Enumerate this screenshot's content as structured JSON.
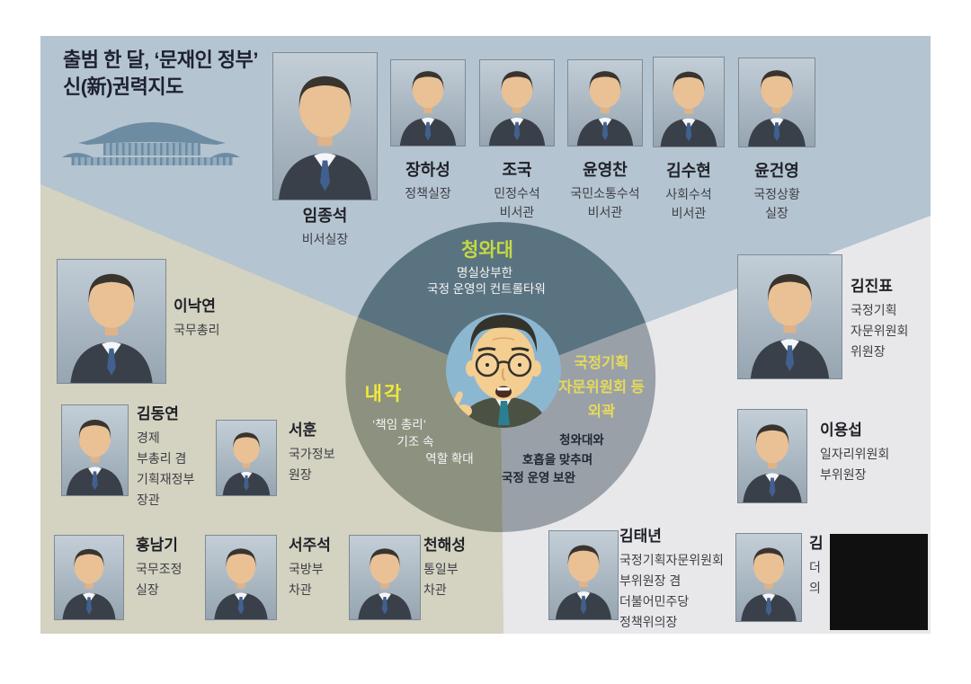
{
  "title": {
    "line1": "출범 한 달, ‘문재인 정부’",
    "line2": "신(新)권력지도"
  },
  "center": {
    "cheongwadae": {
      "label": "청와대",
      "desc": [
        "명실상부한",
        "국정 운영의 컨트롤타워"
      ]
    },
    "cabinet": {
      "label": "내각",
      "desc": [
        "‘책임 총리’",
        "기조 속",
        "역할 확대"
      ]
    },
    "outer": {
      "label_lines": [
        "국정기획",
        "자문위원회 등",
        "외곽"
      ],
      "desc": [
        "청와대와",
        "호흡을 맞추며",
        "국정 운영 보완"
      ]
    }
  },
  "groups": {
    "cheongwadae": [
      {
        "name": "임종석",
        "roles": [
          "비서실장"
        ]
      },
      {
        "name": "장하성",
        "roles": [
          "정책실장"
        ]
      },
      {
        "name": "조국",
        "roles": [
          "민정수석",
          "비서관"
        ]
      },
      {
        "name": "윤영찬",
        "roles": [
          "국민소통수석",
          "비서관"
        ]
      },
      {
        "name": "김수현",
        "roles": [
          "사회수석",
          "비서관"
        ]
      },
      {
        "name": "윤건영",
        "roles": [
          "국정상황",
          "실장"
        ]
      }
    ],
    "cabinet": [
      {
        "name": "이낙연",
        "roles": [
          "국무총리"
        ]
      },
      {
        "name": "김동연",
        "roles": [
          "경제",
          "부총리 겸",
          "기획재정부",
          "장관"
        ]
      },
      {
        "name": "서훈",
        "roles": [
          "국가정보",
          "원장"
        ]
      },
      {
        "name": "홍남기",
        "roles": [
          "국무조정",
          "실장"
        ]
      },
      {
        "name": "서주석",
        "roles": [
          "국방부",
          "차관"
        ]
      },
      {
        "name": "천해성",
        "roles": [
          "통일부",
          "차관"
        ]
      }
    ],
    "outer": [
      {
        "name": "김진표",
        "roles": [
          "국정기획",
          "자문위원회",
          "위원장"
        ]
      },
      {
        "name": "이용섭",
        "roles": [
          "일자리위원회",
          "부위원장"
        ]
      },
      {
        "name": "김태년",
        "roles": [
          "국정기획자문위원회",
          "부위원장 겸",
          "더불어민주당",
          "정책위의장"
        ]
      },
      {
        "name": "김",
        "roles": [
          "더",
          "의"
        ],
        "censored": true
      }
    ]
  },
  "icons": {
    "blue_house": "blue-house-icon",
    "caricature": "moon-jaein-caricature",
    "portrait": "portrait-avatar"
  },
  "colors": {
    "zone_blue": "#b4c4d0",
    "zone_olive": "#d4d2c0",
    "zone_gray": "#e8e8ea",
    "segment_top": "#5a7380",
    "segment_left": "#8c9180",
    "segment_right": "#9aa0a8",
    "inner_circle": "#8cb7d0",
    "label_green": "#c5d943",
    "label_yellow": "#f1e93c",
    "label_gold": "#e5d95a",
    "censor": "#101010"
  }
}
